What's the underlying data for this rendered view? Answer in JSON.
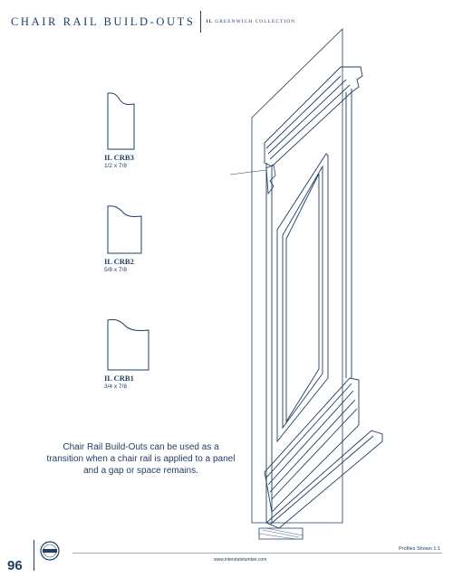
{
  "header": {
    "title": "CHAIR RAIL BUILD-OUTS",
    "collection_prefix": "IL",
    "collection_name": "GREENWICH COLLECTION"
  },
  "profiles": [
    {
      "name": "IL CRB3",
      "size": "1/2 x 7/8"
    },
    {
      "name": "IL CRB2",
      "size": "5/8 x 7/8"
    },
    {
      "name": "IL CRB1",
      "size": "3/4 x 7/8"
    }
  ],
  "description": "Chair Rail Build-Outs can be used as a transition when a chair rail is applied to a panel and a gap or space remains.",
  "footer": {
    "page_number": "96",
    "profiles_shown": "Profiles Shown 1:1",
    "url": "www.interstatelumber.com"
  },
  "colors": {
    "ink": "#1f3f63",
    "rule": "#9fb0c2"
  },
  "icons": {
    "logo": "company-seal-logo"
  }
}
